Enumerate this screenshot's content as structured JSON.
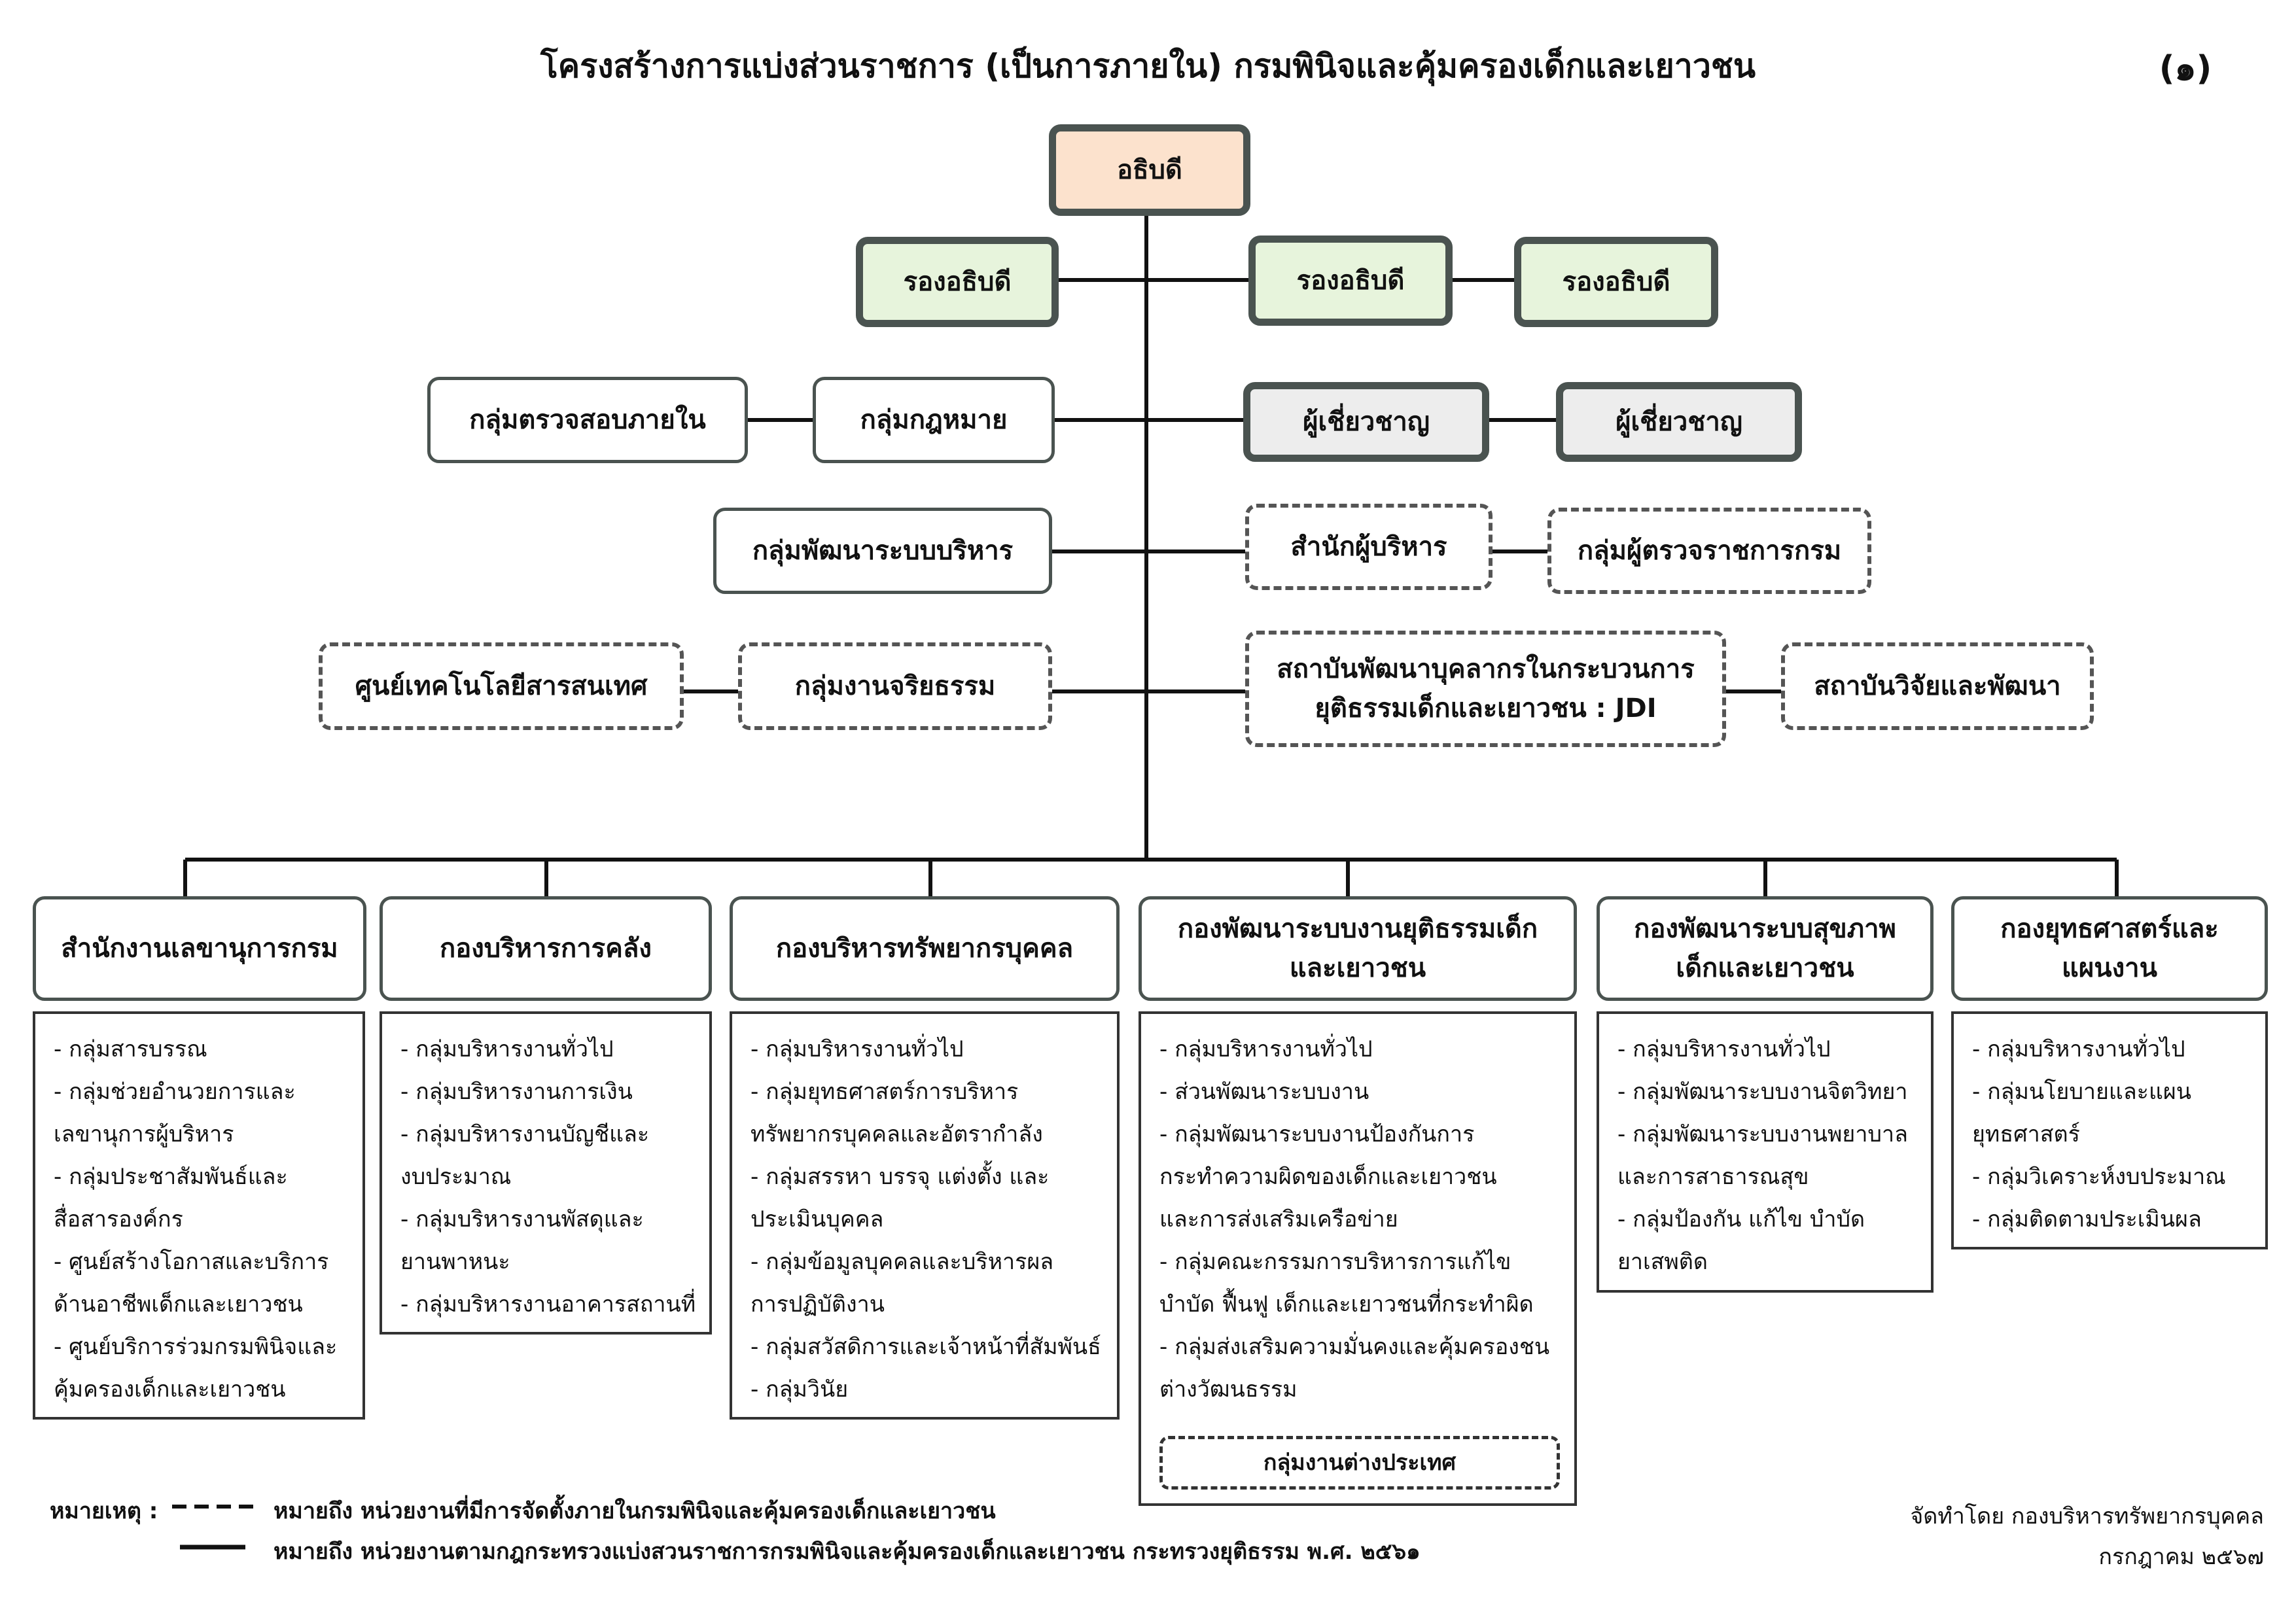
{
  "title": "โครงสร้างการแบ่งส่วนราชการ (เป็นการภายใน) กรมพินิจและคุ้มครองเด็กและเยาวชน",
  "page_number": "(๑)",
  "director": "อธิบดี",
  "deputies": [
    "รองอธิบดี",
    "รองอธิบดี",
    "รองอธิบดี"
  ],
  "experts": [
    "ผู้เชี่ยวชาญ",
    "ผู้เชี่ยวชาญ"
  ],
  "left_units": {
    "internal_audit": "กลุ่มตรวจสอบภายใน",
    "legal": "กลุ่มกฎหมาย",
    "admin_dev": "กลุ่มพัฒนาระบบบริหาร",
    "ict_center": "ศูนย์เทคโนโลยีสารสนเทศ",
    "ethics": "กลุ่มงานจริยธรรม"
  },
  "right_units": {
    "exec_office": "สำนักผู้บริหาร",
    "inspectors": "กลุ่มผู้ตรวจราชการกรม",
    "jdi_line1": "สถาบันพัฒนาบุคลากรในกระบวนการ",
    "jdi_line2": "ยุติธรรมเด็กและเยาวชน : JDI",
    "research": "สถาบันวิจัยและพัฒนา"
  },
  "divisions": [
    {
      "name_lines": [
        "สำนักงานเลขานุการกรม"
      ],
      "items": [
        [
          "- กลุ่มสารบรรณ"
        ],
        [
          "- กลุ่มช่วยอำนวยการและ",
          "เลขานุการผู้บริหาร"
        ],
        [
          "- กลุ่มประชาสัมพันธ์และ",
          "สื่อสารองค์กร"
        ],
        [
          "- ศูนย์สร้างโอกาสและบริการ",
          "ด้านอาชีพเด็กและเยาวชน"
        ],
        [
          "- ศูนย์บริการร่วมกรมพินิจและ",
          "คุ้มครองเด็กและเยาวชน"
        ]
      ]
    },
    {
      "name_lines": [
        "กองบริหารการคลัง"
      ],
      "items": [
        [
          "- กลุ่มบริหารงานทั่วไป"
        ],
        [
          "- กลุ่มบริหารงานการเงิน"
        ],
        [
          "- กลุ่มบริหารงานบัญชีและ",
          "งบประมาณ"
        ],
        [
          "- กลุ่มบริหารงานพัสดุและ",
          "ยานพาหนะ"
        ],
        [
          "- กลุ่มบริหารงานอาคารสถานที่"
        ]
      ]
    },
    {
      "name_lines": [
        "กองบริหารทรัพยากรบุคคล"
      ],
      "items": [
        [
          "- กลุ่มบริหารงานทั่วไป"
        ],
        [
          "- กลุ่มยุทธศาสตร์การบริหาร",
          "ทรัพยากรบุคคลและอัตรากำลัง"
        ],
        [
          "- กลุ่มสรรหา บรรจุ แต่งตั้ง และ",
          "ประเมินบุคคล"
        ],
        [
          "- กลุ่มข้อมูลบุคคลและบริหารผล",
          "การปฏิบัติงาน"
        ],
        [
          "- กลุ่มสวัสดิการและเจ้าหน้าที่สัมพันธ์"
        ],
        [
          "- กลุ่มวินัย"
        ]
      ]
    },
    {
      "name_lines": [
        "กองพัฒนาระบบงานยุติธรรมเด็ก",
        "และเยาวชน"
      ],
      "items": [
        [
          "- กลุ่มบริหารงานทั่วไป"
        ],
        [
          "- ส่วนพัฒนาระบบงาน"
        ],
        [
          "- กลุ่มพัฒนาระบบงานป้องกันการ",
          "กระทำความผิดของเด็กและเยาวชน",
          "และการส่งเสริมเครือข่าย"
        ],
        [
          "- กลุ่มคณะกรรมการบริหารการแก้ไข",
          "บำบัด ฟื้นฟู เด็กและเยาวชนที่กระทำผิด"
        ],
        [
          "- กลุ่มส่งเสริมความมั่นคงและคุ้มครองชน",
          "ต่างวัฒนธรรม"
        ]
      ],
      "sub_unit": "กลุ่มงานต่างประเทศ"
    },
    {
      "name_lines": [
        "กองพัฒนาระบบสุขภาพ",
        "เด็กและเยาวชน"
      ],
      "items": [
        [
          "- กลุ่มบริหารงานทั่วไป"
        ],
        [
          "- กลุ่มพัฒนาระบบงานจิตวิทยา"
        ],
        [
          "- กลุ่มพัฒนาระบบงานพยาบาล",
          "และการสาธารณสุข"
        ],
        [
          "- กลุ่มป้องกัน แก้ไข บำบัด",
          "ยาเสพติด"
        ]
      ]
    },
    {
      "name_lines": [
        "กองยุทธศาสตร์และ",
        "แผนงาน"
      ],
      "items": [
        [
          "- กลุ่มบริหารงานทั่วไป"
        ],
        [
          "- กลุ่มนโยบายและแผน",
          "ยุทธศาสตร์"
        ],
        [
          "- กลุ่มวิเคราะห์งบประมาณ"
        ],
        [
          "- กลุ่มติดตามประเมินผล"
        ]
      ]
    }
  ],
  "legend": {
    "label": "หมายเหตุ :",
    "dash_symbol": "- - - - -",
    "dashed_meaning": "หมายถึง หน่วยงานที่มีการจัดตั้งภายในกรมพินิจและคุ้มครองเด็กและเยาวชน",
    "solid_meaning": "หมายถึง หน่วยงานตามกฎกระทรวงแบ่งสวนราชการกรมพินิจและคุ้มครองเด็กและเยาวชน กระทรวงยุติธรรม พ.ศ. ๒๕๖๑"
  },
  "credit": {
    "prepared_by": "จัดทำโดย กองบริหารทรัพยากรบุคคล",
    "date": "กรกฎาคม ๒๕๖๗"
  }
}
